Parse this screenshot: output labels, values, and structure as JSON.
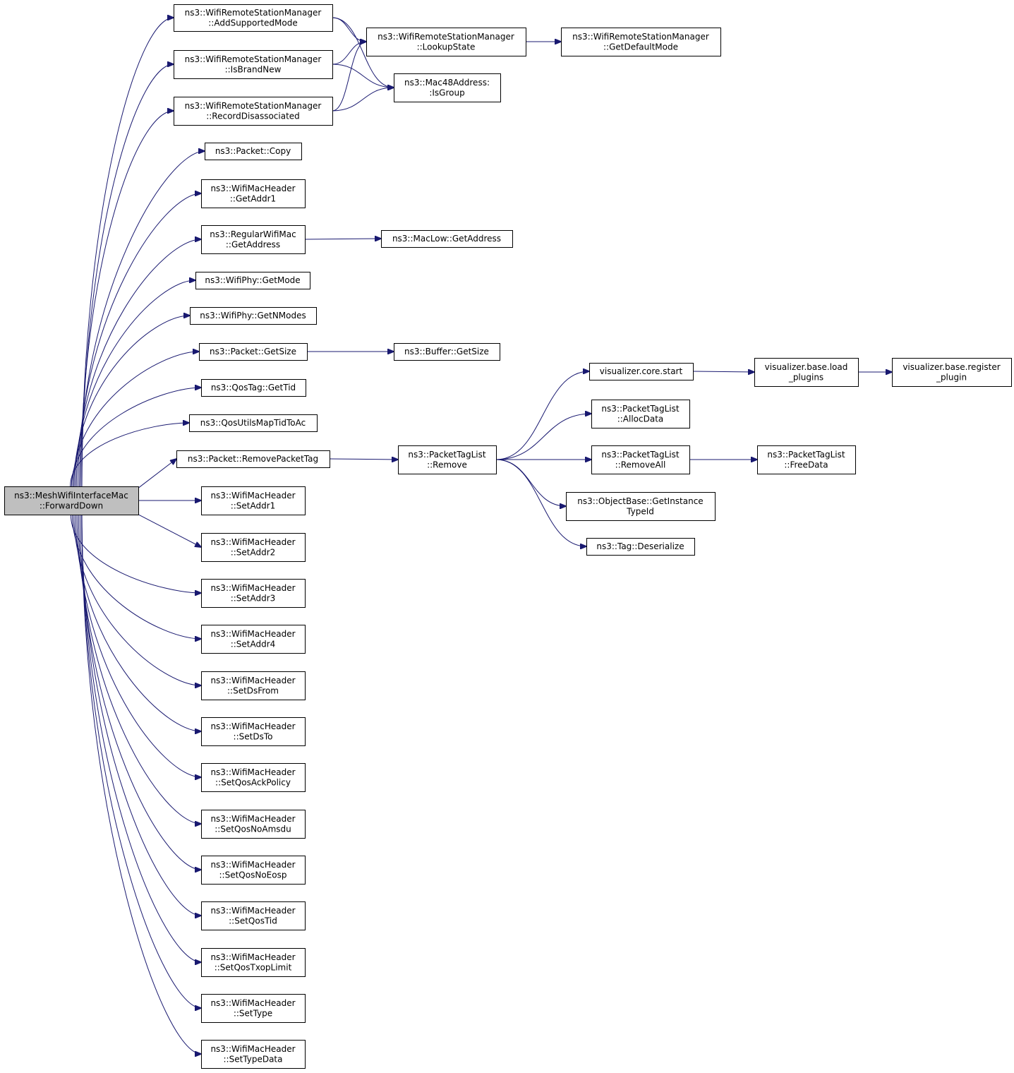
{
  "diagram": {
    "nodes": [
      {
        "id": "root",
        "lines": [
          "ns3::MeshWifiInterfaceMac",
          "::ForwardDown"
        ],
        "highlight": true
      },
      {
        "id": "addsupported",
        "lines": [
          "ns3::WifiRemoteStationManager",
          "::AddSupportedMode"
        ]
      },
      {
        "id": "isbrandnew",
        "lines": [
          "ns3::WifiRemoteStationManager",
          "::IsBrandNew"
        ]
      },
      {
        "id": "recorddis",
        "lines": [
          "ns3::WifiRemoteStationManager",
          "::RecordDisassociated"
        ]
      },
      {
        "id": "lookupstate",
        "lines": [
          "ns3::WifiRemoteStationManager",
          "::LookupState"
        ]
      },
      {
        "id": "getdefaultmode",
        "lines": [
          "ns3::WifiRemoteStationManager",
          "::GetDefaultMode"
        ]
      },
      {
        "id": "isgroup",
        "lines": [
          "ns3::Mac48Address:",
          ":IsGroup"
        ]
      },
      {
        "id": "packetcopy",
        "lines": [
          "ns3::Packet::Copy"
        ]
      },
      {
        "id": "getaddr1",
        "lines": [
          "ns3::WifiMacHeader",
          "::GetAddr1"
        ]
      },
      {
        "id": "regulargetaddress",
        "lines": [
          "ns3::RegularWifiMac",
          "::GetAddress"
        ]
      },
      {
        "id": "maclowgetaddress",
        "lines": [
          "ns3::MacLow::GetAddress"
        ]
      },
      {
        "id": "getmode",
        "lines": [
          "ns3::WifiPhy::GetMode"
        ]
      },
      {
        "id": "getnmodes",
        "lines": [
          "ns3::WifiPhy::GetNModes"
        ]
      },
      {
        "id": "packetgetsize",
        "lines": [
          "ns3::Packet::GetSize"
        ]
      },
      {
        "id": "buffergetsize",
        "lines": [
          "ns3::Buffer::GetSize"
        ]
      },
      {
        "id": "gettid",
        "lines": [
          "ns3::QosTag::GetTid"
        ]
      },
      {
        "id": "qosutils",
        "lines": [
          "ns3::QosUtilsMapTidToAc"
        ]
      },
      {
        "id": "removepackettag",
        "lines": [
          "ns3::Packet::RemovePacketTag"
        ]
      },
      {
        "id": "ptlremove",
        "lines": [
          "ns3::PacketTagList",
          "::Remove"
        ]
      },
      {
        "id": "vizstart",
        "lines": [
          "visualizer.core.start"
        ]
      },
      {
        "id": "vizload",
        "lines": [
          "visualizer.base.load",
          "_plugins"
        ]
      },
      {
        "id": "vizregister",
        "lines": [
          "visualizer.base.register",
          "_plugin"
        ]
      },
      {
        "id": "ptlallocdata",
        "lines": [
          "ns3::PacketTagList",
          "::AllocData"
        ]
      },
      {
        "id": "ptlremoveall",
        "lines": [
          "ns3::PacketTagList",
          "::RemoveAll"
        ]
      },
      {
        "id": "ptlfreedata",
        "lines": [
          "ns3::PacketTagList",
          "::FreeData"
        ]
      },
      {
        "id": "objbase",
        "lines": [
          "ns3::ObjectBase::GetInstance",
          "TypeId"
        ]
      },
      {
        "id": "tagdeserialize",
        "lines": [
          "ns3::Tag::Deserialize"
        ]
      },
      {
        "id": "setaddr1",
        "lines": [
          "ns3::WifiMacHeader",
          "::SetAddr1"
        ]
      },
      {
        "id": "setaddr2",
        "lines": [
          "ns3::WifiMacHeader",
          "::SetAddr2"
        ]
      },
      {
        "id": "setaddr3",
        "lines": [
          "ns3::WifiMacHeader",
          "::SetAddr3"
        ]
      },
      {
        "id": "setaddr4",
        "lines": [
          "ns3::WifiMacHeader",
          "::SetAddr4"
        ]
      },
      {
        "id": "setdsfrom",
        "lines": [
          "ns3::WifiMacHeader",
          "::SetDsFrom"
        ]
      },
      {
        "id": "setdsto",
        "lines": [
          "ns3::WifiMacHeader",
          "::SetDsTo"
        ]
      },
      {
        "id": "setqosack",
        "lines": [
          "ns3::WifiMacHeader",
          "::SetQosAckPolicy"
        ]
      },
      {
        "id": "setqosnoamsdu",
        "lines": [
          "ns3::WifiMacHeader",
          "::SetQosNoAmsdu"
        ]
      },
      {
        "id": "setqosnoeosp",
        "lines": [
          "ns3::WifiMacHeader",
          "::SetQosNoEosp"
        ]
      },
      {
        "id": "setqostid",
        "lines": [
          "ns3::WifiMacHeader",
          "::SetQosTid"
        ]
      },
      {
        "id": "setqostxop",
        "lines": [
          "ns3::WifiMacHeader",
          "::SetQosTxopLimit"
        ]
      },
      {
        "id": "settype",
        "lines": [
          "ns3::WifiMacHeader",
          "::SetType"
        ]
      },
      {
        "id": "settypedata",
        "lines": [
          "ns3::WifiMacHeader",
          "::SetTypeData"
        ]
      }
    ],
    "edges": [
      [
        "root",
        "addsupported"
      ],
      [
        "root",
        "isbrandnew"
      ],
      [
        "root",
        "recorddis"
      ],
      [
        "root",
        "packetcopy"
      ],
      [
        "root",
        "getaddr1"
      ],
      [
        "root",
        "regulargetaddress"
      ],
      [
        "root",
        "getmode"
      ],
      [
        "root",
        "getnmodes"
      ],
      [
        "root",
        "packetgetsize"
      ],
      [
        "root",
        "gettid"
      ],
      [
        "root",
        "qosutils"
      ],
      [
        "root",
        "removepackettag"
      ],
      [
        "root",
        "setaddr1"
      ],
      [
        "root",
        "setaddr2"
      ],
      [
        "root",
        "setaddr3"
      ],
      [
        "root",
        "setaddr4"
      ],
      [
        "root",
        "setdsfrom"
      ],
      [
        "root",
        "setdsto"
      ],
      [
        "root",
        "setqosack"
      ],
      [
        "root",
        "setqosnoamsdu"
      ],
      [
        "root",
        "setqosnoeosp"
      ],
      [
        "root",
        "setqostid"
      ],
      [
        "root",
        "setqostxop"
      ],
      [
        "root",
        "settype"
      ],
      [
        "root",
        "settypedata"
      ],
      [
        "addsupported",
        "lookupstate"
      ],
      [
        "addsupported",
        "isgroup"
      ],
      [
        "isbrandnew",
        "lookupstate"
      ],
      [
        "isbrandnew",
        "isgroup"
      ],
      [
        "recorddis",
        "lookupstate"
      ],
      [
        "recorddis",
        "isgroup"
      ],
      [
        "lookupstate",
        "getdefaultmode"
      ],
      [
        "regulargetaddress",
        "maclowgetaddress"
      ],
      [
        "packetgetsize",
        "buffergetsize"
      ],
      [
        "removepackettag",
        "ptlremove"
      ],
      [
        "ptlremove",
        "vizstart"
      ],
      [
        "ptlremove",
        "ptlallocdata"
      ],
      [
        "ptlremove",
        "ptlremoveall"
      ],
      [
        "ptlremove",
        "objbase"
      ],
      [
        "ptlremove",
        "tagdeserialize"
      ],
      [
        "vizstart",
        "vizload"
      ],
      [
        "vizload",
        "vizregister"
      ],
      [
        "ptlremoveall",
        "ptlfreedata"
      ]
    ]
  }
}
